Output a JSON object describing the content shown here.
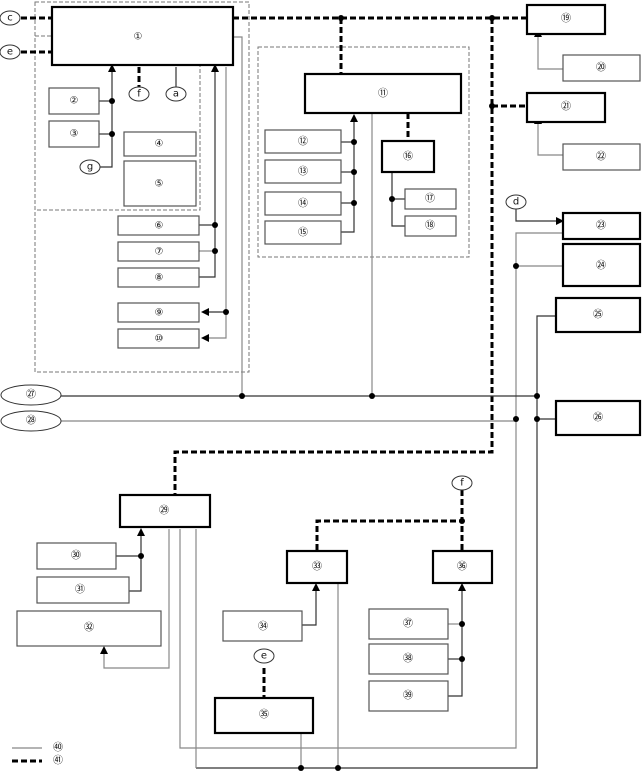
{
  "diagram": {
    "type": "block-wiring-diagram",
    "components": [
      {
        "id": "1",
        "label": "①"
      },
      {
        "id": "2",
        "label": "②"
      },
      {
        "id": "3",
        "label": "③"
      },
      {
        "id": "4",
        "label": "④"
      },
      {
        "id": "5",
        "label": "⑤"
      },
      {
        "id": "6",
        "label": "⑥"
      },
      {
        "id": "7",
        "label": "⑦"
      },
      {
        "id": "8",
        "label": "⑧"
      },
      {
        "id": "9",
        "label": "⑨"
      },
      {
        "id": "10",
        "label": "⑩"
      },
      {
        "id": "11",
        "label": "⑪"
      },
      {
        "id": "12",
        "label": "⑫"
      },
      {
        "id": "13",
        "label": "⑬"
      },
      {
        "id": "14",
        "label": "⑭"
      },
      {
        "id": "15",
        "label": "⑮"
      },
      {
        "id": "16",
        "label": "⑯"
      },
      {
        "id": "17",
        "label": "⑰"
      },
      {
        "id": "18",
        "label": "⑱"
      },
      {
        "id": "19",
        "label": "⑲"
      },
      {
        "id": "20",
        "label": "⑳"
      },
      {
        "id": "21",
        "label": "㉑"
      },
      {
        "id": "22",
        "label": "㉒"
      },
      {
        "id": "23",
        "label": "㉓"
      },
      {
        "id": "24",
        "label": "㉔"
      },
      {
        "id": "25",
        "label": "㉕"
      },
      {
        "id": "26",
        "label": "㉖"
      },
      {
        "id": "27",
        "label": "㉗"
      },
      {
        "id": "28",
        "label": "㉘"
      },
      {
        "id": "29",
        "label": "㉙"
      },
      {
        "id": "30",
        "label": "㉚"
      },
      {
        "id": "31",
        "label": "㉛"
      },
      {
        "id": "32",
        "label": "㉜"
      },
      {
        "id": "33",
        "label": "㉝"
      },
      {
        "id": "34",
        "label": "㉞"
      },
      {
        "id": "35",
        "label": "㉟"
      },
      {
        "id": "36",
        "label": "㊱"
      },
      {
        "id": "37",
        "label": "㊲"
      },
      {
        "id": "38",
        "label": "㊳"
      },
      {
        "id": "39",
        "label": "㊴"
      }
    ],
    "connectors": {
      "c": "c",
      "e_top": "e",
      "f_top": "f",
      "a": "a",
      "g": "g",
      "d": "d",
      "f_bottom": "f",
      "e_bottom": "e"
    },
    "legend": [
      {
        "style": "solid-gray",
        "label": "㊵"
      },
      {
        "style": "dashed-bold",
        "label": "㊶"
      }
    ]
  }
}
